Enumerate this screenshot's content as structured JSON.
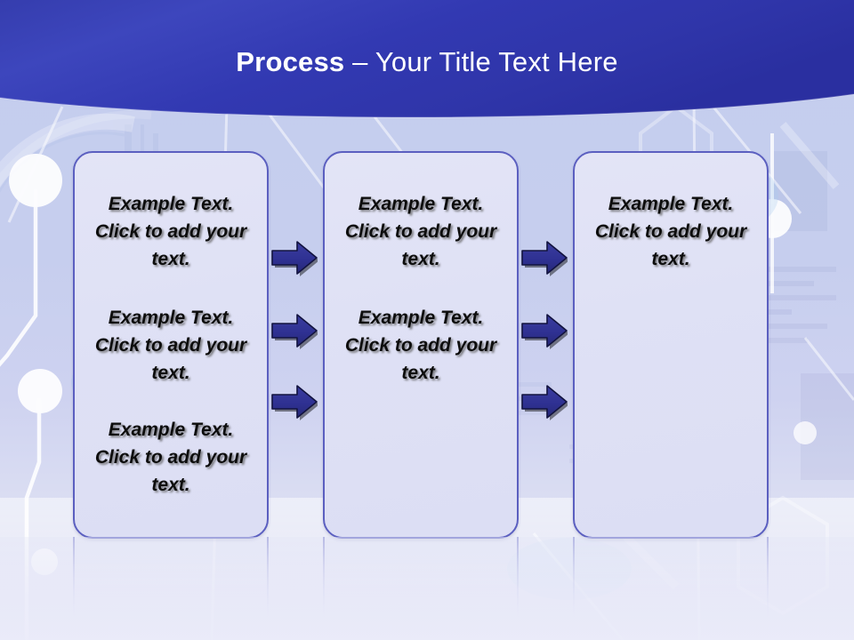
{
  "slide": {
    "title": {
      "bold_part": "Process",
      "dash": " – ",
      "rest": "Your Title Text Here"
    },
    "colors": {
      "header_blue_dark": "#2c32a8",
      "header_blue_light": "#4750c8",
      "box_border": "#5b5fc0",
      "box_fill": "#e0e2f5",
      "arrow_fill": "#2f3192",
      "arrow_outline": "#12133f",
      "background_light": "#c6ceee",
      "text_color": "#0d0d0d"
    },
    "boxes": [
      {
        "name": "process-box-1",
        "texts": [
          "Example Text. Click  to add your text.",
          "Example Text. Click  to add your text.",
          "Example Text. Click  to add your text."
        ]
      },
      {
        "name": "process-box-2",
        "texts": [
          "Example Text. Click  to add your text.",
          "Example Text. Click  to add your text."
        ]
      },
      {
        "name": "process-box-3",
        "texts": [
          "Example Text. Click  to add your text."
        ]
      }
    ],
    "arrows": [
      {
        "name": "arrow-1-1",
        "column": 1,
        "row": 1,
        "direction": "right"
      },
      {
        "name": "arrow-1-2",
        "column": 1,
        "row": 2,
        "direction": "right"
      },
      {
        "name": "arrow-1-3",
        "column": 1,
        "row": 3,
        "direction": "right"
      },
      {
        "name": "arrow-2-1",
        "column": 2,
        "row": 1,
        "direction": "right"
      },
      {
        "name": "arrow-2-2",
        "column": 2,
        "row": 2,
        "direction": "right"
      },
      {
        "name": "arrow-2-3",
        "column": 2,
        "row": 3,
        "direction": "right"
      }
    ],
    "background": {
      "style": "circuit-board-tech-pattern",
      "elements": [
        "white-circle-node",
        "white-trace-line",
        "translucent-arc",
        "diagonal-line",
        "faint-grid"
      ]
    }
  }
}
